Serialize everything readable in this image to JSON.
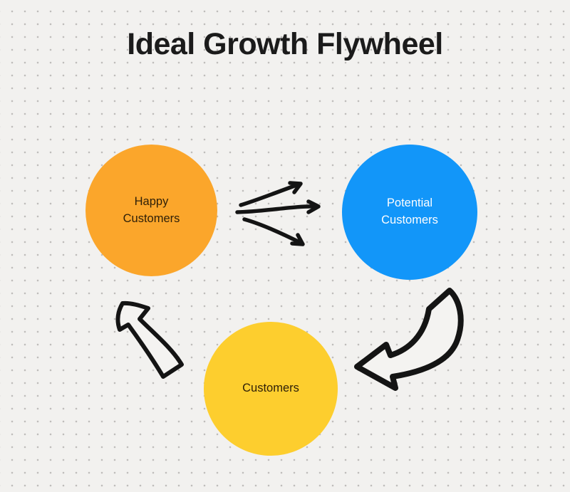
{
  "title": "Ideal Growth Flywheel",
  "canvas": {
    "background": "#f2f1ef",
    "dot_color": "#bfbdbb",
    "title_color": "#1b1b1b"
  },
  "nodes": [
    {
      "id": "happy-customers",
      "label": "Happy Customers",
      "fill": "#FBA62B",
      "text_color": "#2f2008"
    },
    {
      "id": "potential-customers",
      "label": "Potential Customers",
      "fill": "#1296F9",
      "text_color": "#fdfdfe"
    },
    {
      "id": "customers",
      "label": "Customers",
      "fill": "#FDCE2E",
      "text_color": "#2f2008"
    }
  ],
  "arrows": [
    {
      "id": "happy-to-potential",
      "from": "Happy Customers",
      "to": "Potential Customers",
      "style": "triple-spread-sketch",
      "color": "#141414"
    },
    {
      "id": "potential-to-customers",
      "from": "Potential Customers",
      "to": "Customers",
      "style": "curved-outline",
      "color": "#141414"
    },
    {
      "id": "customers-to-happy",
      "from": "Customers",
      "to": "Happy Customers",
      "style": "straight-outline",
      "color": "#141414"
    }
  ]
}
